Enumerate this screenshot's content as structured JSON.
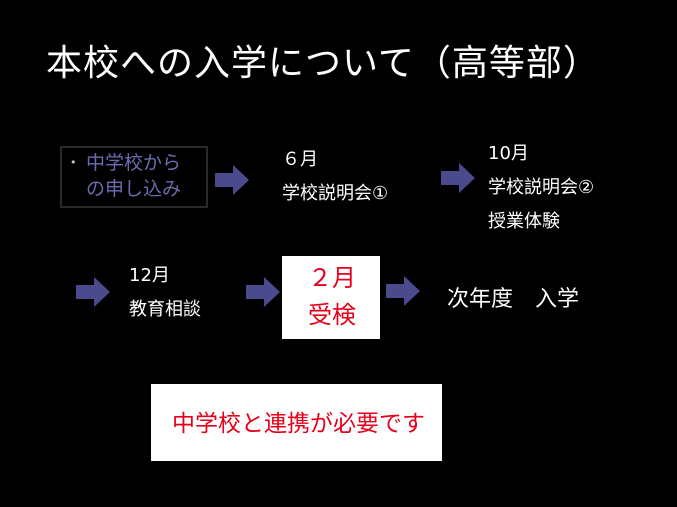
{
  "slide": {
    "title": "本校への入学について（高等部）",
    "start": {
      "bullet": "•",
      "line1": "中学校から",
      "line2": "の申し込み"
    },
    "steps": [
      {
        "line1": "６月",
        "line2": "学校説明会①"
      },
      {
        "line1": "10月",
        "line2": "学校説明会②",
        "line3": "授業体験"
      },
      {
        "line1": "12月",
        "line2": "教育相談"
      }
    ],
    "exam": {
      "line1": "２月",
      "line2": "受検"
    },
    "final": "次年度　入学",
    "note": "中学校と連携が必要です",
    "colors": {
      "background": "#000000",
      "arrow": "#4a4a8c",
      "start_text": "#6b6bb0",
      "highlight_red": "#e8001a"
    }
  }
}
